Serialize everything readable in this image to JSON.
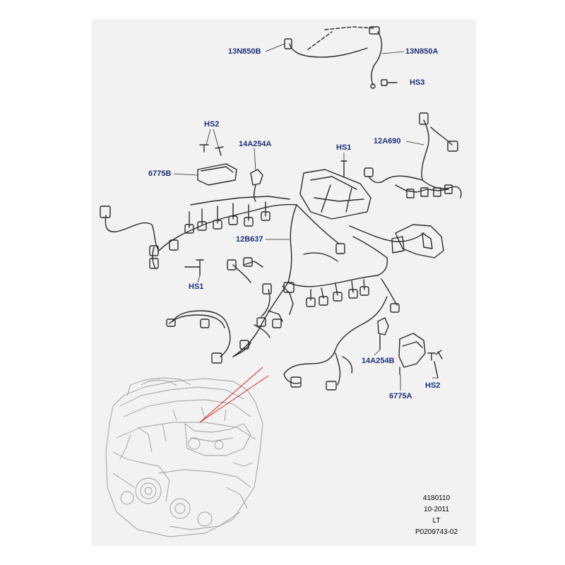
{
  "colors": {
    "frame_background": "#f2f2f2",
    "callout_text": "#1f2f7a",
    "harness_stroke": "#2a2a2a",
    "engine_stroke": "#9a9a9a",
    "locator_line": "#d42020"
  },
  "callouts": {
    "c_13N850B": "13N850B",
    "c_13N850A": "13N850A",
    "c_HS3": "HS3",
    "c_HS2_top": "HS2",
    "c_14A254A": "14A254A",
    "c_HS1_top": "HS1",
    "c_12A690": "12A690",
    "c_6775B": "6775B",
    "c_12B637": "12B637",
    "c_HS1_left": "HS1",
    "c_14A254B": "14A254B",
    "c_6775A": "6775A",
    "c_HS2_right": "HS2"
  },
  "reference": {
    "illustration_number": "4180110",
    "date": "10-2011",
    "code": "LT",
    "part_code": "P0209743-02"
  }
}
